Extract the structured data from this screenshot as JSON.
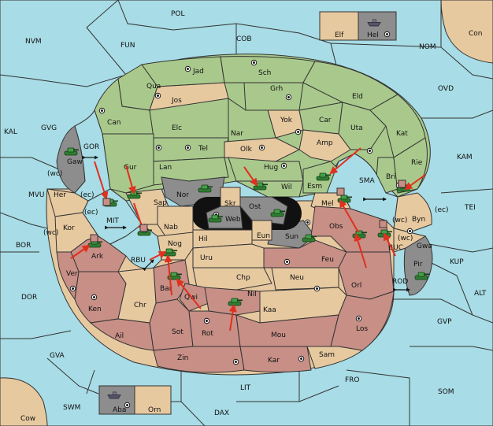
{
  "colors": {
    "sea": "#a8dce6",
    "green_power": "#a9c98c",
    "tan_neutral": "#e7c9a0",
    "red_power": "#c78f86",
    "gray_power": "#8d8d8d",
    "order_arrow": "#e0301e"
  },
  "regions": {
    "pol": "POL",
    "nvm": "NVM",
    "fun": "FUN",
    "cob": "COB",
    "nom": "NOM",
    "con": "Con",
    "elf": "Elf",
    "hel": "Hel",
    "ovd": "OVD",
    "kal": "KAL",
    "gvg": "GVG",
    "kam": "KAM",
    "mvu": "MVU",
    "tei": "TEI",
    "bor": "BOR",
    "kup": "KUP",
    "dor": "DOR",
    "alt": "ALT",
    "gvp": "GVP",
    "gva": "GVA",
    "fro": "FRO",
    "som": "SOM",
    "lit": "LIT",
    "swm": "SWM",
    "dax": "DAX",
    "cow": "Cow",
    "aba": "Aba",
    "orn": "Orn",
    "jad": "Jad",
    "sch": "Sch",
    "qua": "Qua",
    "jos": "Jos",
    "grh": "Grh",
    "eld": "Eld",
    "can": "Can",
    "yok": "Yok",
    "car": "Car",
    "elc": "Elc",
    "nar": "Nar",
    "uta": "Uta",
    "kat": "Kat",
    "tel": "Tel",
    "olk": "Olk",
    "amp": "Amp",
    "gor": "GOR",
    "gaw": "Gaw",
    "gur": "Gur",
    "lan": "Lan",
    "hug": "Hug",
    "bri": "Bri",
    "rie": "Rie",
    "wil": "Wil",
    "esm": "Esm",
    "sma": "SMA",
    "her": "Her",
    "nor": "Nor",
    "skr": "Skr",
    "ost": "Ost",
    "web": "Web",
    "mel": "Mel",
    "byn": "Byn",
    "mit": "MIT",
    "sap": "Sap",
    "nab": "Nab",
    "kor": "Kor",
    "hil": "Hil",
    "eun": "Eun",
    "sun": "Sun",
    "obs": "Obs",
    "gwa": "Gwa",
    "buc": "BUC",
    "ark": "Ark",
    "nog": "Nog",
    "rbu": "RBU",
    "uru": "Uru",
    "feu": "Feu",
    "pir": "Pir",
    "ver": "Ver",
    "chp": "Chp",
    "neu": "Neu",
    "rod": "ROD",
    "bar": "Bar",
    "qwi": "Qwi",
    "nil": "Nil",
    "orl": "Orl",
    "ken": "Ken",
    "chr": "Chr",
    "kaa": "Kaa",
    "ail": "Ail",
    "sot": "Sot",
    "rot": "Rot",
    "mou": "Mou",
    "los": "Los",
    "zin": "Zin",
    "kar": "Kar",
    "sam": "Sam"
  },
  "coast_tags": {
    "her_ec": "(ec)",
    "her_wc": "(wc)",
    "kor_ec": "(ec)",
    "kor_wc": "(wc)",
    "byn_wc": "(wc)",
    "byn_ec": "(ec)",
    "gwa_wc": "(wc)"
  },
  "icons": {
    "army": "tank-icon",
    "fleet": "ship-icon",
    "supply_center": "supply-dot-icon",
    "order": "arrow-icon"
  }
}
